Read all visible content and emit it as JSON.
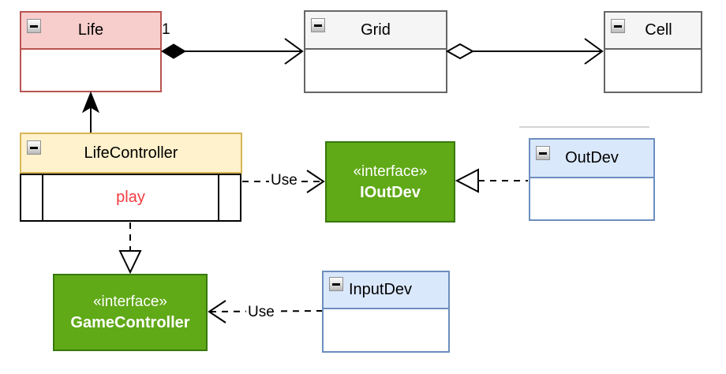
{
  "diagram": {
    "classes": {
      "life": {
        "name": "Life"
      },
      "grid": {
        "name": "Grid"
      },
      "cell": {
        "name": "Cell"
      },
      "lifeController": {
        "name": "LifeController",
        "method": "play"
      },
      "ioutdev": {
        "stereotype": "«interface»",
        "name": "IOutDev"
      },
      "gameController": {
        "stereotype": "«interface»",
        "name": "GameController"
      },
      "outdev": {
        "name": "OutDev"
      },
      "inputdev": {
        "name": "InputDev"
      }
    },
    "edges": {
      "life_grid": {
        "type": "composition",
        "source_multiplicity": "1"
      },
      "grid_cell": {
        "type": "aggregation"
      },
      "lifecontroller_life": {
        "type": "association"
      },
      "lifecontroller_ioutdev": {
        "type": "dependency",
        "label": "Use"
      },
      "outdev_ioutdev": {
        "type": "realization"
      },
      "lifecontroller_gamecontroller": {
        "type": "realization"
      },
      "inputdev_gamecontroller": {
        "type": "dependency",
        "label": "Use"
      }
    },
    "icons": {
      "collapse": "minus-square"
    },
    "colors": {
      "red_fill": "#f8cecc",
      "red_border": "#b85450",
      "gray_fill": "#f5f5f5",
      "gray_border": "#666666",
      "yellow_fill": "#fff2cc",
      "yellow_border": "#d6b656",
      "blue_fill": "#dae8fc",
      "blue_border": "#6c8ebf",
      "green_fill": "#60a917",
      "green_border": "#37790c",
      "method_text": "#f23b40",
      "edge_stroke": "#000000"
    }
  }
}
